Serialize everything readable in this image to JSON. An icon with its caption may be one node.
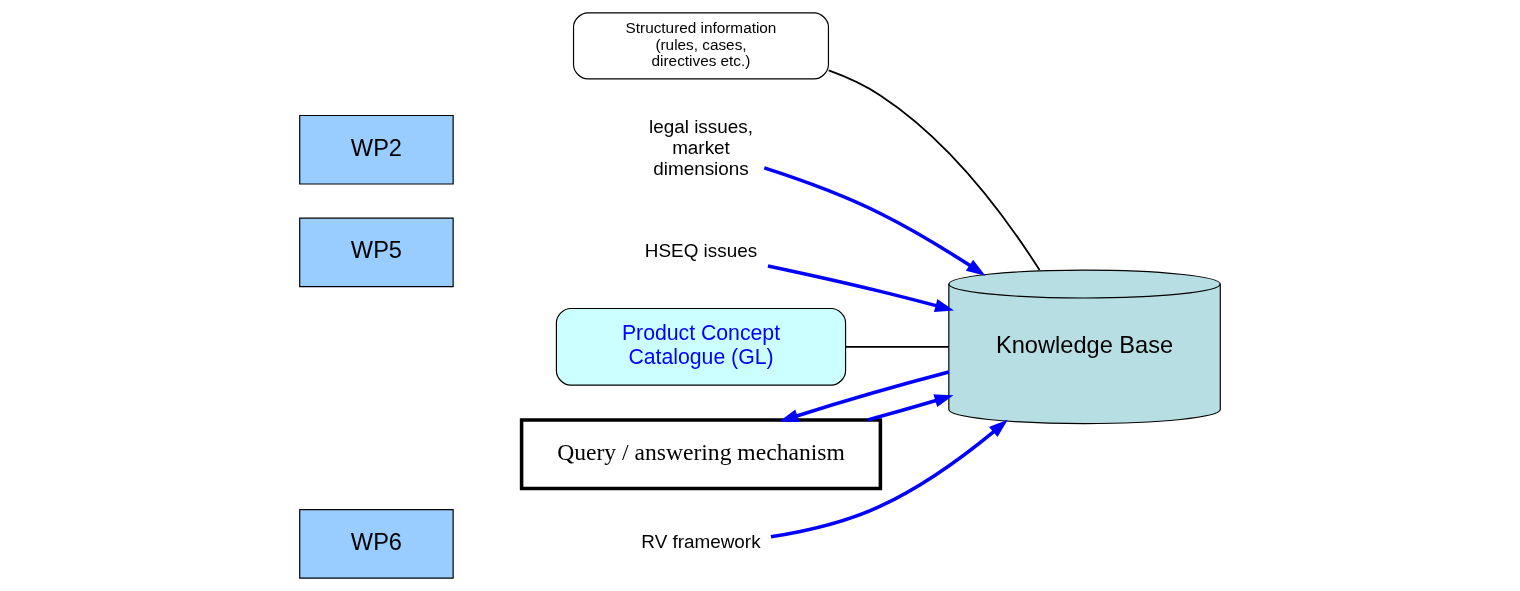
{
  "diagram": {
    "nodes": [
      {
        "text": [
          "Structured information (rules, cases, directives etc.)"
        ]
      },
      {
        "text": [
          "WP2"
        ]
      },
      {
        "text": [
          "legal issues, market dimensions"
        ]
      },
      {
        "text": [
          "WP5"
        ]
      },
      {
        "text": [
          "HSEQ issues"
        ]
      },
      {
        "text": [
          "Knowledge Base"
        ]
      },
      {
        "text": [
          "WP6"
        ]
      },
      {
        "text": [
          "RV framework"
        ]
      },
      {
        "text": [
          "Product Concept Catalogue (GL)"
        ]
      },
      {
        "text": [
          "Query / answering mechanism"
        ]
      }
    ],
    "edges": [
      {
        "from": 2,
        "to": 5,
        "arrow": "to"
      },
      {
        "from": 4,
        "to": 5,
        "arrow": "to"
      },
      {
        "from": 7,
        "to": 5,
        "arrow": "to"
      },
      {
        "from": 5,
        "to": 9,
        "arrow": "to"
      },
      {
        "from": 9,
        "to": 5,
        "arrow": "to"
      },
      {
        "from": 5,
        "to": 0,
        "arrow": "none",
        "color": "#000000"
      },
      {
        "from": 5,
        "to": 8,
        "arrow": "none",
        "color": "#000000"
      }
    ]
  }
}
